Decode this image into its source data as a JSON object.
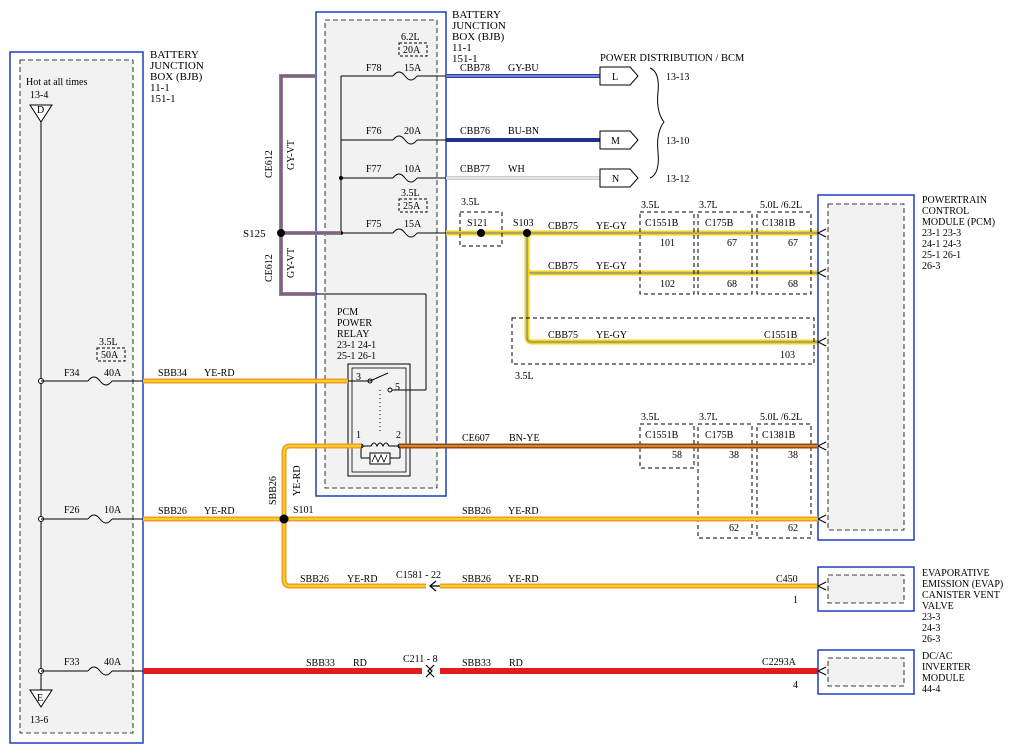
{
  "bjb_left": {
    "title": [
      "BATTERY",
      "JUNCTION",
      "BOX (BJB)",
      "11-1",
      "151-1"
    ],
    "hot_label": "Hot at all times",
    "top_ref": "13-4",
    "top_connector": "D",
    "bottom_connector": "E",
    "bottom_ref": "13-6",
    "f34": {
      "name": "F34",
      "rating": "40A",
      "variant": "3.5L",
      "variant_rating": "50A"
    },
    "f26": {
      "name": "F26",
      "rating": "10A"
    },
    "f33": {
      "name": "F33",
      "rating": "40A"
    }
  },
  "bjb_right": {
    "title": [
      "BATTERY",
      "JUNCTION",
      "BOX (BJB)",
      "11-1",
      "151-1"
    ],
    "f78": {
      "name": "F78",
      "rating": "15A",
      "variant": "6.2L",
      "variant_rating": "20A"
    },
    "f76": {
      "name": "F76",
      "rating": "20A"
    },
    "f77": {
      "name": "F77",
      "rating": "10A"
    },
    "f75": {
      "name": "F75",
      "rating": "15A",
      "variant": "3.5L",
      "variant_rating": "25A"
    }
  },
  "relay": {
    "title": [
      "PCM",
      "POWER",
      "RELAY"
    ],
    "refs": [
      "23-1  24-1",
      "25-1  26-1"
    ],
    "pins": [
      "3",
      "5",
      "1",
      "2"
    ]
  },
  "splices": {
    "s125": "S125",
    "s121": "S121",
    "s121_variant": "3.5L",
    "s103": "S103",
    "s101": "S101"
  },
  "wires": {
    "ce612": {
      "circuit": "CE612",
      "color": "GY-VT"
    },
    "cbb78": {
      "circuit": "CBB78",
      "color": "GY-BU"
    },
    "cbb76": {
      "circuit": "CBB76",
      "color": "BU-BN"
    },
    "cbb77": {
      "circuit": "CBB77",
      "color": "WH"
    },
    "cbb75": {
      "circuit": "CBB75",
      "color": "YE-GY"
    },
    "sbb34": {
      "circuit": "SBB34",
      "color": "YE-RD"
    },
    "ce607": {
      "circuit": "CE607",
      "color": "BN-YE"
    },
    "sbb26": {
      "circuit": "SBB26",
      "color": "YE-RD"
    },
    "sbb33": {
      "circuit": "SBB33",
      "color": "RD"
    }
  },
  "power_distribution": {
    "title": "POWER DISTRIBUTION / BCM",
    "L": {
      "letter": "L",
      "ref": "13-13"
    },
    "M": {
      "letter": "M",
      "ref": "13-10"
    },
    "N": {
      "letter": "N",
      "ref": "13-12"
    }
  },
  "pcm": {
    "title": [
      "POWERTRAIN",
      "CONTROL",
      "MODULE (PCM)"
    ],
    "refs": [
      "23-1   23-3",
      "24-1   24-3",
      "25-1   26-1",
      "26-3"
    ]
  },
  "connectors": {
    "variant_35": "3.5L",
    "variant_37": "3.7L",
    "variant_50": "5.0L /6.2L",
    "c1551b": "C1551B",
    "c175b": "C175B",
    "c1381b": "C1381B",
    "row1": [
      "101",
      "67",
      "67"
    ],
    "row2": [
      "102",
      "68",
      "68"
    ],
    "row3_conn": "C1551B",
    "row3_pin": "103",
    "row3_variant": "3.5L",
    "row4": [
      "58",
      "38",
      "38"
    ],
    "row5": [
      "62",
      "62"
    ]
  },
  "evap": {
    "title": [
      "EVAPORATIVE",
      "EMISSION (EVAP)",
      "CANISTER VENT",
      "VALVE"
    ],
    "refs": [
      "23-3",
      "24-3",
      "26-3"
    ],
    "connector": "C450",
    "pin": "1",
    "inline": "C1581 - 22"
  },
  "dcac": {
    "title": [
      "DC/AC",
      "INVERTER",
      "MODULE"
    ],
    "refs": [
      "44-4"
    ],
    "connector": "C2293A",
    "pin": "4",
    "inline": "C211 - 8"
  },
  "colors": {
    "gray_violet": "#9a7a9a",
    "blue": "#2a3fbf",
    "yellow": "#f2d31b",
    "orange": "#f29a2a",
    "red": "#e31b1b",
    "brown": "#8a4a1a",
    "panel": "#f2f2f2",
    "frame_blue": "#1f3fbf"
  }
}
